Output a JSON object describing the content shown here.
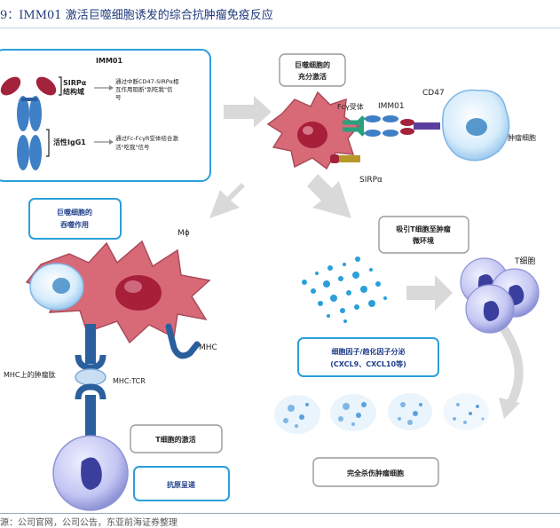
{
  "header": {
    "title": "9：IMM01 激活巨噬细胞诱发的综合抗肿瘤免疫反应"
  },
  "footer": {
    "source": "源：公司官网，公司公告，东亚前海证券整理"
  },
  "molecule": {
    "name": "IMM01",
    "sirpa_label_1": "SIRPα",
    "sirpa_label_2": "结构域",
    "sirpa_desc_1": "通过中断CD47-SIRPα相",
    "sirpa_desc_2": "互作用阻断\"别吃我\"信",
    "sirpa_desc_3": "号",
    "igg_label": "活性IgG1",
    "igg_desc_1": "通过Fc-FcγR受体结合激",
    "igg_desc_2": "活\"吃我\"信号"
  },
  "top": {
    "box_1": "巨噬细胞的",
    "box_2": "充分激活",
    "fcr": "Fcγ受体",
    "imm01": "IMM01",
    "cd47": "CD47",
    "tumor": "肿瘤细胞",
    "sirpa": "SIRPα"
  },
  "phago": {
    "box_1": "巨噬细胞的",
    "box_2": "吞噬作用",
    "mphi": "Mϕ",
    "mhc": "MHC",
    "mhc_tumor": "MHC上的肿瘤肽",
    "mhc_tcr": "MHC:TCR"
  },
  "tcell": {
    "recruit_1": "吸引T细胞至肿瘤",
    "recruit_2": "微环境",
    "tcell_label": "T细胞",
    "cytokine_1": "细胞因子/趋化因子分泌",
    "cytokine_2": "(CXCL9、CXCL10等)",
    "kill": "完全杀伤肿瘤细胞",
    "activation": "T细胞的激活",
    "presentation": "抗原呈递"
  },
  "colors": {
    "box_border": "#2b9fd9",
    "box_text": "#1f3f8a",
    "macrophage": "#d86a78",
    "nucleus": "#a81f3a",
    "antibody_blue": "#3f7fc6",
    "antibody_red": "#a3223c",
    "tcell": "#b8bcef",
    "tcell_nucleus": "#3a3f9e",
    "arrow": "#d9d9d9"
  }
}
